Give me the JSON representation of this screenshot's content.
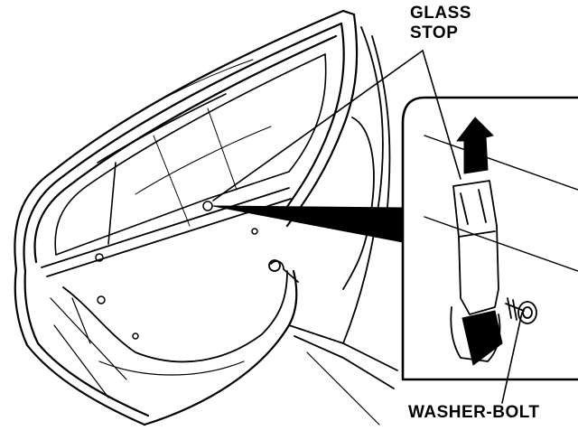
{
  "labels": {
    "glass_stop_line1": "GLASS",
    "glass_stop_line2": "STOP",
    "washer_bolt": "WASHER-BOLT"
  },
  "colors": {
    "ink": "#000000",
    "paper": "#ffffff"
  }
}
